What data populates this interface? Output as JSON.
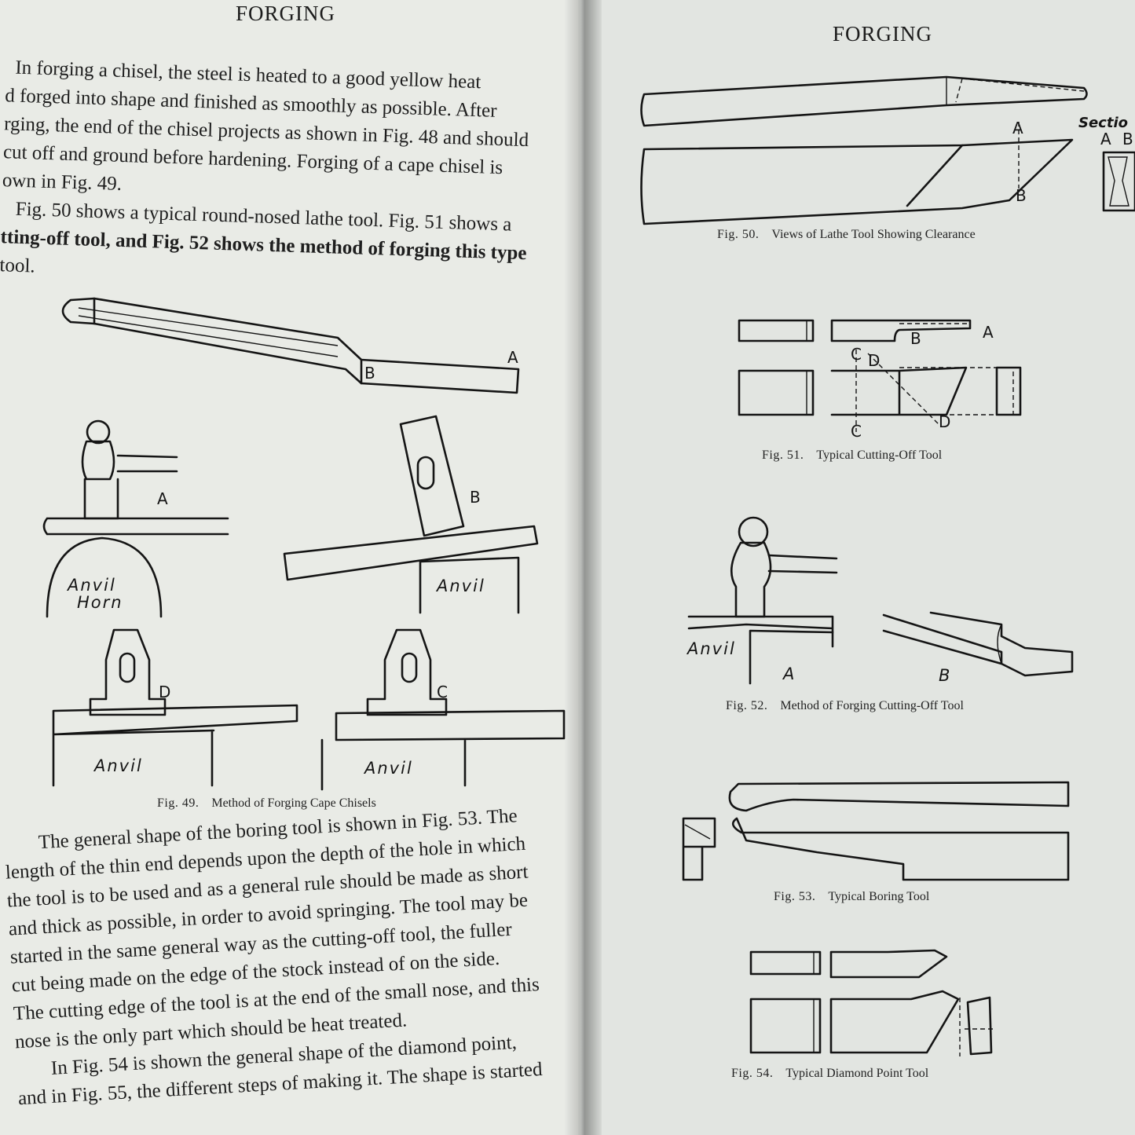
{
  "left_page": {
    "header": "FORGING",
    "paragraph1_lines": [
      "In forging a chisel, the steel is heated to a good yellow heat",
      "d forged into shape and finished as smoothly as possible. After",
      "rging, the end of the chisel projects as shown in Fig. 48 and should",
      "cut off and ground before hardening. Forging of a cape chisel is",
      "own in Fig. 49.",
      "Fig. 50 shows a typical round-nosed lathe tool. Fig. 51 shows a",
      "tting-off tool, and Fig. 52 shows the method of forging this type",
      "tool."
    ],
    "figure49": {
      "labels": [
        "A",
        "B",
        "A",
        "B",
        "D",
        "C"
      ],
      "anvil_horn": [
        "Anvil",
        "Horn"
      ],
      "anvil": "Anvil",
      "caption_num": "Fig. 49.",
      "caption_text": "Method of Forging Cape Chisels"
    },
    "paragraph2_lines": [
      "The general shape of the boring tool is shown in Fig. 53. The",
      "length of the thin end depends upon the depth of the hole in which",
      "the tool is to be used and as a general rule should be made as short",
      "and thick as possible, in order to avoid springing. The tool may be",
      "started in the same general way as the cutting-off tool, the fuller",
      "cut being made on the edge of the stock instead of on the side.",
      "The cutting edge of the tool is at the end of the small nose, and this",
      "nose is the only part which should be heat treated.",
      "In Fig. 54 is shown the general shape of the diamond point,",
      "and in Fig. 55, the different steps of making it. The shape is started"
    ]
  },
  "right_page": {
    "header": "FORGING",
    "figure50": {
      "labels": [
        "A",
        "B"
      ],
      "section_label": "Sectio",
      "section_letters": [
        "A",
        "B"
      ],
      "caption_num": "Fig. 50.",
      "caption_text": "Views of Lathe Tool Showing Clearance"
    },
    "figure51": {
      "labels": [
        "B",
        "A",
        "C",
        "D",
        "C",
        "D"
      ],
      "caption_num": "Fig. 51.",
      "caption_text": "Typical Cutting-Off Tool"
    },
    "figure52": {
      "anvil": "Anvil",
      "labels": [
        "A",
        "B"
      ],
      "caption_num": "Fig. 52.",
      "caption_text": "Method of Forging Cutting-Off Tool"
    },
    "figure53": {
      "caption_num": "Fig. 53.",
      "caption_text": "Typical Boring Tool"
    },
    "figure54": {
      "caption_num": "Fig. 54.",
      "caption_text": "Typical Diamond Point Tool"
    }
  }
}
